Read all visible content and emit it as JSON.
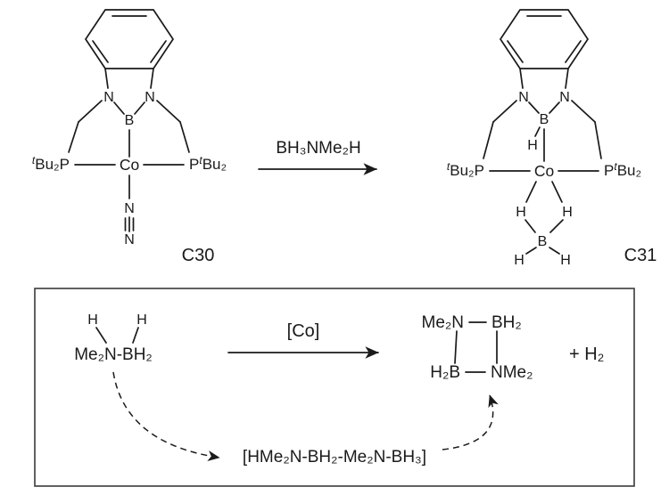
{
  "colors": {
    "cobalt": "#e60000",
    "compound_label": "#0000ee"
  },
  "c30": {
    "label": "C30",
    "phosphine_left": {
      "sup_t": "t",
      "rest": "Bu₂P"
    },
    "phosphine_right": {
      "p": "P",
      "sup_t": "t",
      "rest": "Bu₂"
    },
    "atoms": {
      "n_left": "N",
      "n_right": "N",
      "boron": "B",
      "cobalt": "Co",
      "n2_inner": "N",
      "n2_outer": "N"
    }
  },
  "reaction": {
    "reagent": "BH₃NMe₂H"
  },
  "c31": {
    "label": "C31",
    "phosphine_left": {
      "sup_t": "t",
      "rest": "Bu₂P"
    },
    "phosphine_right": {
      "p": "P",
      "sup_t": "t",
      "rest": "Bu₂"
    },
    "atoms": {
      "n_left": "N",
      "n_right": "N",
      "boron": "B",
      "boron_h": "H",
      "cobalt": "Co",
      "hydride_left": "H",
      "hydride_right": "H",
      "borohydride_b": "B",
      "terminal_h_left": "H",
      "terminal_h_right": "H"
    }
  },
  "scheme_box": {
    "amine_borane": {
      "n_h": "H",
      "b_h": "H",
      "formula": "Me₂N-BH₂"
    },
    "catalyst_label": "[Co]",
    "product_ring": {
      "top_left": "Me₂N",
      "top_right": "BH₂",
      "bottom_left": "H₂B",
      "bottom_right": "NMe₂"
    },
    "byproduct": "+ H₂",
    "intermediate": "[HMe₂N-BH₂-Me₂N-BH₃]"
  }
}
